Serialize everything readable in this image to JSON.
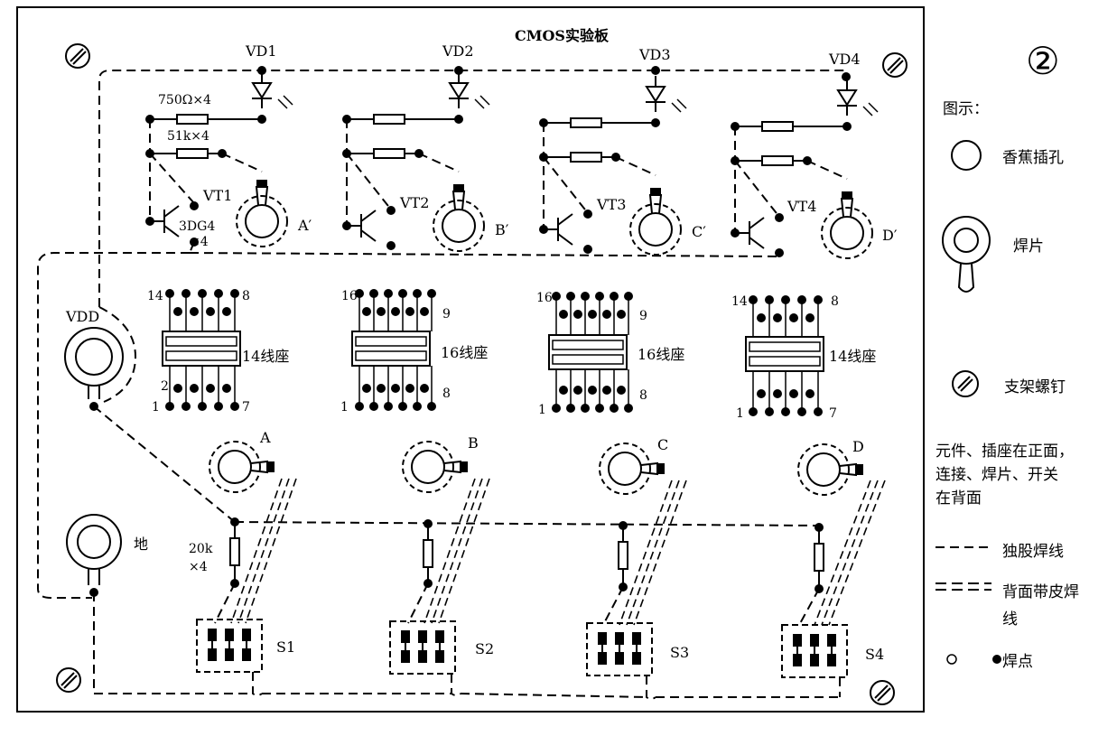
{
  "title": "CMOS实验板",
  "figure_number": "②",
  "top": {
    "vd": [
      "VD1",
      "VD2",
      "VD3",
      "VD4"
    ],
    "vt": [
      "VT1",
      "VT2",
      "VT3",
      "VT4"
    ],
    "outputs": [
      "A′",
      "B′",
      "C′",
      "D′"
    ],
    "resistor_label_750": "750Ω×4",
    "resistor_label_51k": "51k×4",
    "transistor_label": "3DG4",
    "transistor_qty": "×4"
  },
  "sockets": [
    {
      "top_left": "14",
      "top_right": "8",
      "top_side": "",
      "bottom_left": "1",
      "bottom_right": "7",
      "bottom_mid": "2",
      "name": "14线座"
    },
    {
      "top_left": "16",
      "top_right": "",
      "top_side": "9",
      "bottom_left": "1",
      "bottom_right": "8",
      "bottom_mid": "",
      "name": "16线座"
    },
    {
      "top_left": "16",
      "top_right": "",
      "top_side": "9",
      "bottom_left": "1",
      "bottom_right": "8",
      "bottom_mid": "",
      "name": "16线座"
    },
    {
      "top_left": "14",
      "top_right": "8",
      "top_side": "",
      "bottom_left": "1",
      "bottom_right": "7",
      "bottom_mid": "",
      "name": "14线座"
    }
  ],
  "power": {
    "vdd": "VDD",
    "ground": "地"
  },
  "inputs": [
    "A",
    "B",
    "C",
    "D"
  ],
  "resistor20k": "20k",
  "resistor20k_qty": "×4",
  "switches": [
    "S1",
    "S2",
    "S3",
    "S4"
  ],
  "legend": {
    "heading": "图示：",
    "banana_jack": "香蕉插孔",
    "solder_lug": "焊片",
    "standoff_screw": "支架螺钉",
    "note_line1": "元件、插座在正面，",
    "note_line2": "连接、焊片、开关",
    "note_line3": "在背面",
    "single_wire": "独股焊线",
    "insulated_wire_line1": "背面带皮焊",
    "insulated_wire_line2": "线",
    "solder_point": "焊点"
  }
}
